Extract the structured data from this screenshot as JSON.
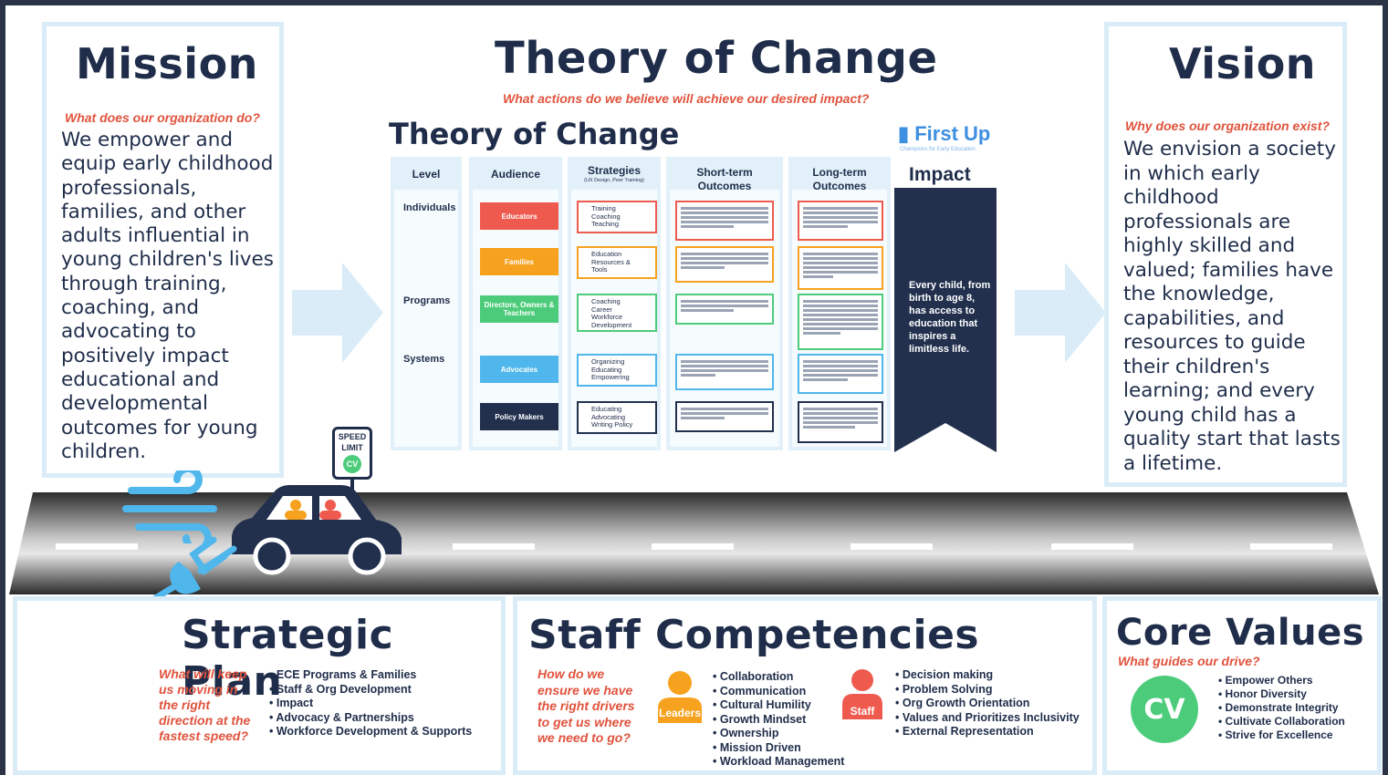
{
  "mission": {
    "title": "Mission",
    "question": "What does our organization do?",
    "text": "We empower and equip early childhood professionals, families, and other adults influential in young children's lives through training, coaching, and advocating to positively impact educational and developmental outcomes for young children."
  },
  "vision": {
    "title": "Vision",
    "question": "Why does our organization exist?",
    "text": "We envision a society in which early childhood professionals are highly skilled and valued; families have the knowledge, capabilities, and resources to guide their children's learning; and every young child has a quality start that lasts a lifetime."
  },
  "toc": {
    "title": "Theory of Change",
    "question": "What actions do we believe will achieve our desired impact?",
    "inner_title": "Theory of Change",
    "brand": "First Up",
    "brand_tagline": "Champions for Early Education",
    "columns": {
      "level": "Level",
      "audience": "Audience",
      "strategies": "Strategies",
      "strategies_sub": "(UX Design, Peer Training)",
      "short_term": "Short-term Outcomes",
      "long_term": "Long-term Outcomes"
    },
    "levels": [
      "Individuals",
      "Programs",
      "Systems"
    ],
    "audiences": [
      {
        "label": "Educators",
        "color": "#ef5a4f"
      },
      {
        "label": "Families",
        "color": "#f6a21e"
      },
      {
        "label": "Directors, Owners & Teachers",
        "color": "#4ccc7a"
      },
      {
        "label": "Advocates",
        "color": "#4fb7ec"
      },
      {
        "label": "Policy Makers",
        "color": "#22304e"
      }
    ],
    "strategies": [
      "Training\nCoaching\nTeaching",
      "Education\nResources &\nTools",
      "Coaching\nCareer\nWorkforce\nDevelopment",
      "Organizing\nEducating\nEmpowering",
      "Educating\nAdvocating\nWriting Policy"
    ],
    "impact_title": "Impact",
    "impact_text": "Every child, from birth to age 8, has access to education that inspires a limitless life."
  },
  "road": {
    "speed_sign_text": "SPEED LIMIT",
    "speed_sign_badge": "CV"
  },
  "strategic_plan": {
    "title": "Strategic Plan",
    "question": "What will keep us moving in the right direction at the fastest speed?",
    "items": [
      "ECE Programs & Families",
      "Staff & Org Development",
      "Impact",
      "Advocacy & Partnerships",
      "Workforce Development & Supports"
    ]
  },
  "staff": {
    "title": "Staff Competencies",
    "question": "How do we ensure we have the right drivers to get us where we need to go?",
    "leaders_label": "Leaders",
    "staff_label": "Staff",
    "leaders_items": [
      "Collaboration",
      "Communication",
      "Cultural Humility",
      "Growth Mindset",
      "Ownership",
      "Mission Driven",
      "Workload Management"
    ],
    "staff_items": [
      "Decision making",
      "Problem Solving",
      "Org Growth Orientation",
      "Values and Prioritizes Inclusivity",
      "External Representation"
    ]
  },
  "core_values": {
    "title": "Core Values",
    "question": "What guides our drive?",
    "badge": "CV",
    "items": [
      "Empower Others",
      "Honor Diversity",
      "Demonstrate Integrity",
      "Cultivate Collaboration",
      "Strive for Excellence"
    ]
  },
  "colors": {
    "navy": "#1f2d4a",
    "accent_red": "#e0533d",
    "light_blue": "#d9ecf7",
    "green": "#4ccc7a",
    "blue": "#4fb7ec",
    "orange": "#f6a21e",
    "red": "#ef5a4f"
  }
}
